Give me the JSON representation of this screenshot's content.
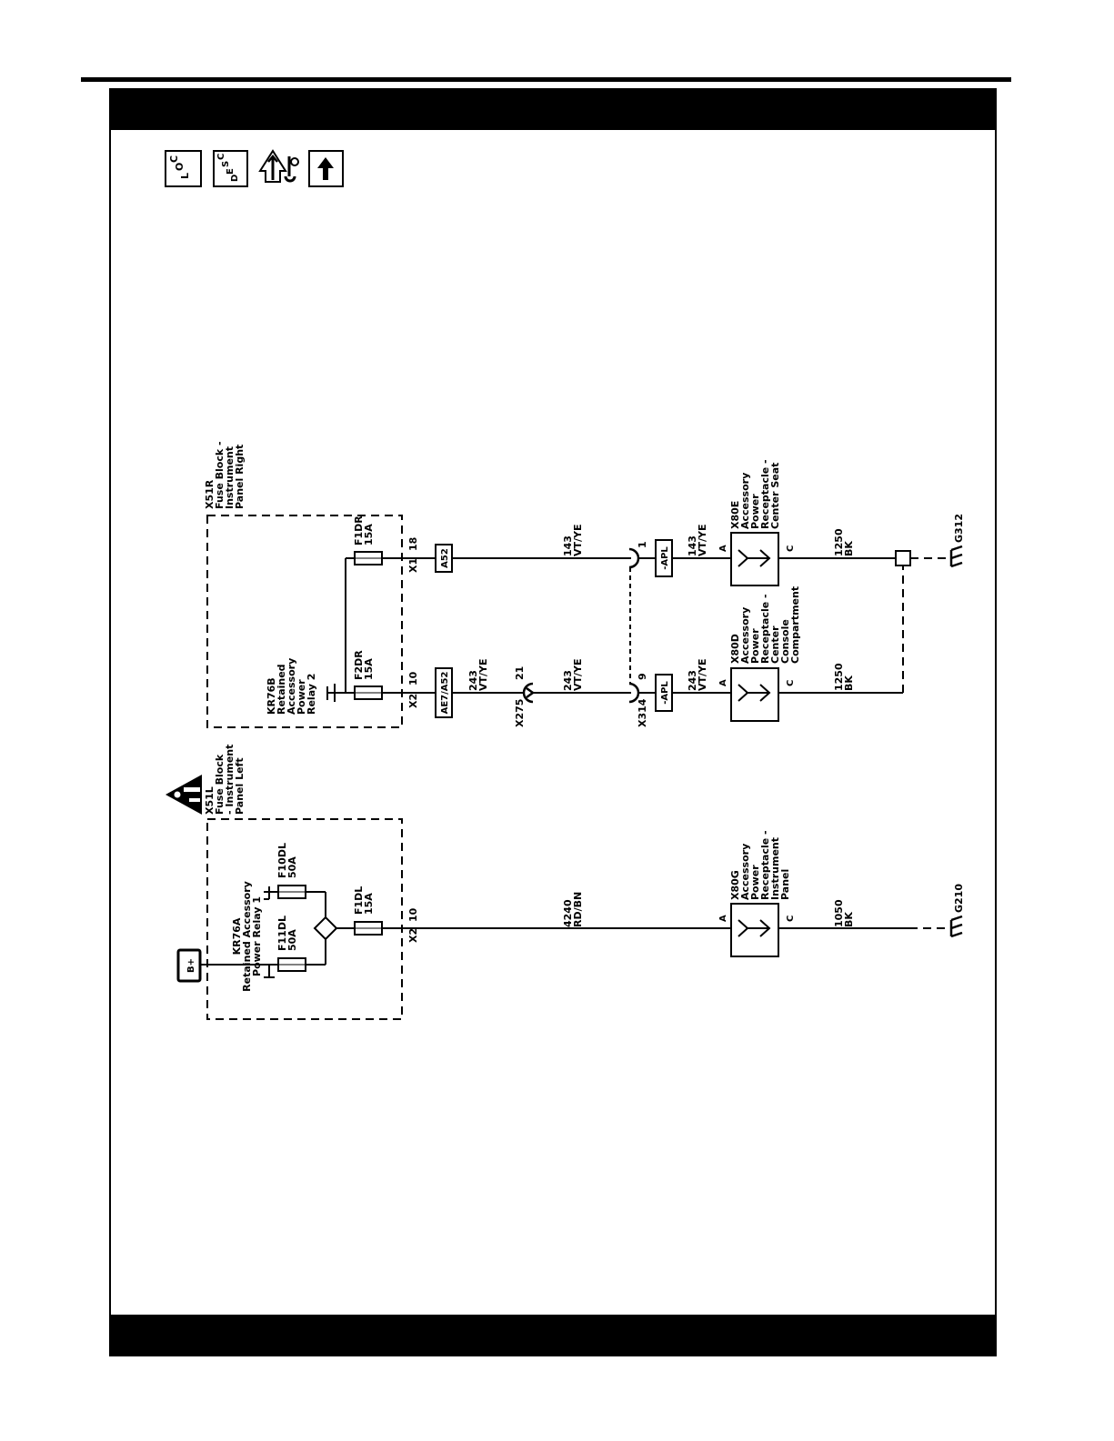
{
  "toolbar": {
    "loc_icon": "loc-icon",
    "loc_l": "L",
    "loc_o": "O",
    "loc_c": "C",
    "desc_icon": "desc-icon",
    "desc_d": "D",
    "desc_e": "E",
    "desc_s": "S",
    "desc_c": "C",
    "procedure_icon": "repair-procedure-icon",
    "up_icon": "up-arrow-icon"
  },
  "battery": {
    "label": "B+"
  },
  "fuse_block_left": {
    "name_line1": "X51L",
    "name_line2": "Fuse Block",
    "name_line3": "- Instrument",
    "name_line4": "Panel Left",
    "relay_line1": "KR76A",
    "relay_line2": "Retained Accessory",
    "relay_line3": "Power Relay 1",
    "fuse_f10dl": "F10DL",
    "fuse_f10dl_amp": "50A",
    "fuse_f11dl": "F11DL",
    "fuse_f11dl_amp": "50A",
    "fuse_f1dl": "F1DL",
    "fuse_f1dl_amp": "15A",
    "connector": "X2",
    "pin": "10"
  },
  "fuse_block_right": {
    "name_line1": "X51R",
    "name_line2": "Fuse Block -",
    "name_line3": "Instrument",
    "name_line4": "Panel Right",
    "relay_line1": "KR76B",
    "relay_line2": "Retained",
    "relay_line3": "Accessory",
    "relay_line4": "Power",
    "relay_line5": "Relay 2",
    "fuse_f2dr": "F2DR",
    "fuse_f2dr_amp": "15A",
    "fuse_f1dr": "F1DR",
    "fuse_f1dr_amp": "15A",
    "conn_x2": "X2",
    "pin_x2": "10",
    "conn_x1": "X1",
    "pin_x1": "18"
  },
  "tags": {
    "ae7_a52": "AE7/A52",
    "a52": "A52",
    "apl_1": "-APL",
    "apl_2": "-APL"
  },
  "wires": {
    "w4240_num": "4240",
    "w4240_color": "RD/BN",
    "w243a_num": "243",
    "w243a_color": "VT/YE",
    "w243b_num": "243",
    "w243b_color": "VT/YE",
    "w243c_num": "243",
    "w243c_color": "VT/YE",
    "w143a_num": "143",
    "w143a_color": "VT/YE",
    "w143b_num": "143",
    "w143b_color": "VT/YE",
    "w1050_num": "1050",
    "w1050_color": "BK",
    "w1250a_num": "1250",
    "w1250a_color": "BK",
    "w1250b_num": "1250",
    "w1250b_color": "BK"
  },
  "inline_connectors": {
    "x275": "X275",
    "x275_pin": "21",
    "x314": "X314",
    "x314_pin_left": "9",
    "x314_pin_right": "1"
  },
  "receptacles": {
    "x80g_1": "X80G",
    "x80g_2": "Accessory",
    "x80g_3": "Power",
    "x80g_4": "Receptacle -",
    "x80g_5": "Instrument",
    "x80g_6": "Panel",
    "x80d_1": "X80D",
    "x80d_2": "Accessory",
    "x80d_3": "Power",
    "x80d_4": "Receptacle -",
    "x80d_5": "Center",
    "x80d_6": "Console",
    "x80d_7": "Compartment",
    "x80e_1": "X80E",
    "x80e_2": "Accessory",
    "x80e_3": "Power",
    "x80e_4": "Receptacle -",
    "x80e_5": "Center Seat",
    "pin_a": "A",
    "pin_c": "C"
  },
  "grounds": {
    "g210": "G210",
    "g312": "G312"
  },
  "info_icon": "info-caution-icon"
}
